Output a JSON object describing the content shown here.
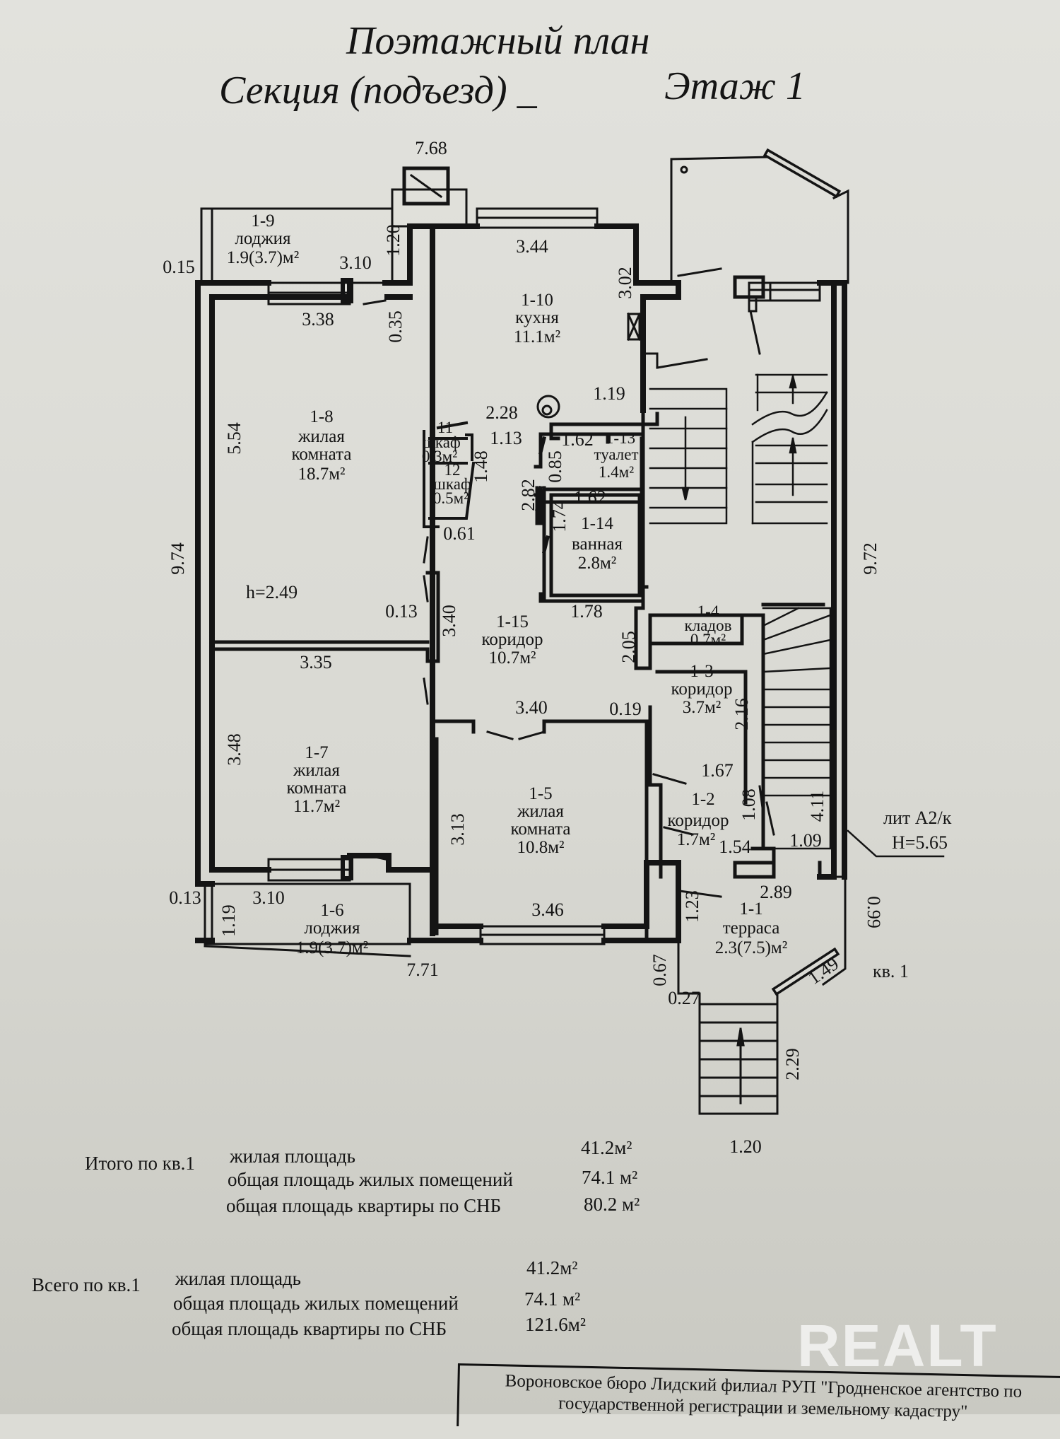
{
  "header": {
    "title": "Поэтажный план",
    "section_label": "Секция (подъезд) _",
    "floor_label": "Этаж 1"
  },
  "plan": {
    "rooms": [
      {
        "id": "1-1",
        "name": "терраса",
        "area": "2.3(7.5)м²"
      },
      {
        "id": "1-2",
        "name": "коридор",
        "area": "1.7м²"
      },
      {
        "id": "1-3",
        "name": "коридор",
        "area": "3.7м²"
      },
      {
        "id": "1-4",
        "name": "кладов",
        "area": "0.7м²"
      },
      {
        "id": "1-5",
        "name_line1": "жилая",
        "name_line2": "комната",
        "area": "10.8м²"
      },
      {
        "id": "1-6",
        "name": "лоджия",
        "area": "1.9(3.7)м²"
      },
      {
        "id": "1-7",
        "name_line1": "жилая",
        "name_line2": "комната",
        "area": "11.7м²"
      },
      {
        "id": "1-8",
        "name_line1": "жилая",
        "name_line2": "комната",
        "area": "18.7м²"
      },
      {
        "id": "1-9",
        "name": "лоджия",
        "area": "1.9(3.7)м²"
      },
      {
        "id": "1-10",
        "name": "кухня",
        "area": "11.1м²"
      },
      {
        "id": "11",
        "name": "шкаф",
        "area": "0.3м²"
      },
      {
        "id": "12",
        "name": "шкаф",
        "area": "0.5м²"
      },
      {
        "id": "1-13",
        "name": "туалет",
        "area": "1.4м²"
      },
      {
        "id": "1-14",
        "name": "ванная",
        "area": "2.8м²"
      },
      {
        "id": "1-15",
        "name": "коридор",
        "area": "10.7м²"
      }
    ],
    "dimensions": {
      "top_overall": "7.68",
      "left_overall": "9.74",
      "right_overall": "9.72",
      "bottom_overall": "7.71",
      "loggia9_offset": "0.15",
      "loggia9_len": "3.10",
      "loggia9_depth": "1.20",
      "r8_width": "3.38",
      "r8_len": "5.54",
      "r8_wall": "0.35",
      "kitchen_width": "3.44",
      "kitchen_len": "3.02",
      "kitchen_small": "1.19",
      "corr_228": "2.28",
      "corr_113": "1.13",
      "wc_162": "1.62",
      "wc_085": "0.85",
      "bath_162": "1.62",
      "bath_174": "1.74",
      "corr_282": "2.82",
      "closet_148": "1.48",
      "closet_061": "0.61",
      "corr_013": "0.13",
      "corr_340v": "3.40",
      "corr_178": "1.78",
      "corr_205": "2.05",
      "r7_width": "3.35",
      "r7_len": "3.48",
      "r5_top": "3.40",
      "r5_019": "0.19",
      "r5_len": "3.13",
      "r5_width": "3.46",
      "c3_216": "2.16",
      "c3_167": "1.67",
      "c2_108": "1.08",
      "c2_154": "1.54",
      "stair_109": "1.09",
      "stair_411": "4.11",
      "ter_289": "2.89",
      "ter_123": "1.23",
      "ter_099": "0.99",
      "ter_149": "1.49",
      "ter_067": "0.67",
      "ter_027": "0.27",
      "steps_229": "2.29",
      "steps_120": "1.20",
      "loggia6_offset": "0.13",
      "loggia6_len": "3.10",
      "loggia6_depth": "1.19"
    },
    "height_note": "h=2.49",
    "lit_label": "лит А2/к",
    "lit_height": "H=5.65",
    "apartment_label": "кв. 1"
  },
  "summary": {
    "itogo": {
      "prefix": "Итого по кв.1",
      "rows": [
        {
          "label": "жилая площадь",
          "value": "41.2м²"
        },
        {
          "label": "общая площадь жилых помещений",
          "value": "74.1 м²"
        },
        {
          "label": "общая площадь квартиры по СНБ",
          "value": "80.2 м²"
        }
      ]
    },
    "vsego": {
      "prefix": "Всего по кв.1",
      "rows": [
        {
          "label": "жилая площадь",
          "value": "41.2м²"
        },
        {
          "label": "общая площадь жилых помещений",
          "value": "74.1  м²"
        },
        {
          "label": "общая площадь квартиры по СНБ",
          "value": "121.6м²"
        }
      ]
    }
  },
  "footer": {
    "stamp_line1": "Вороновское бюро Лидский филиал РУП \"Гродненское агентство по",
    "stamp_line2": "государственной регистрации и земельному кадастру\"",
    "watermark": "REALT"
  },
  "colors": {
    "paper": "#dcdcd6",
    "ink": "#141414",
    "watermark": "#f2f2f0"
  }
}
